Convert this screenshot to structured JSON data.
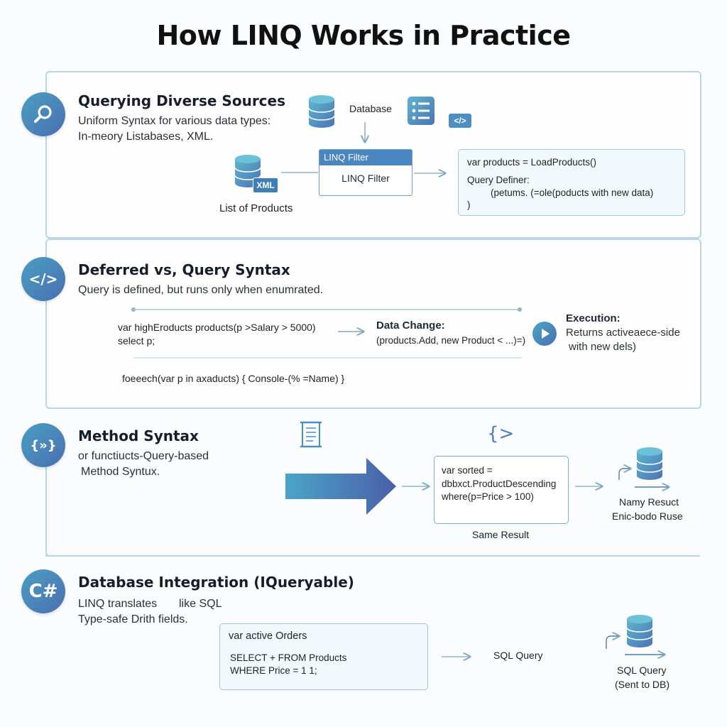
{
  "title": "How LINQ Works in Practice",
  "colors": {
    "accent": "#4a8fc0",
    "accent_dark": "#4a6fb0",
    "border": "#b9d6e3",
    "code_bg": "#f2f9fc"
  },
  "section1": {
    "icon": "magnifier-icon",
    "heading": "Querying Diverse Sources",
    "line1": "Uniform Syntax for various data types:",
    "line2": "In-meory Listabases, XML.",
    "database_label": "Database",
    "code_tag": "</>",
    "xml_badge": "XML",
    "products_label": "List of Products",
    "filter_header": "LINQ Filter",
    "filter_label": "LINQ Filter",
    "code_line1": "var products = LoadProducts()",
    "code_line2": "Query Definer:",
    "code_line3": "(petums. (=ole(poducts with new data)",
    "code_line4": ")"
  },
  "section2": {
    "icon_text": "</>",
    "heading": "Deferred vs, Query Syntax",
    "line1": "Query is defined, but runs only when enumrated.",
    "code_line1": "var highEroducts products(p >Salary > 5000)",
    "code_line2": "select p;",
    "change_title": "Data Change:",
    "change_code": "(products.Add, new Product < ...)=)",
    "exec_title": "Execution:",
    "exec_line1": "Returns activeaece-side",
    "exec_line2": "with new dels)",
    "foreach": "foeeech(var p in axaducts) { Console-(% =Name) }"
  },
  "section3": {
    "icon_text": "{»}",
    "heading": "Method Syntax",
    "line1": "or functiucts-Query-based",
    "line2": "Method Syntux.",
    "brace_tag": "{>",
    "code_line1": "var sorted =",
    "code_line2": "dbbxct.ProductDescending",
    "code_line3": "where(p=Price > 100)",
    "same_result": "Same Result",
    "right_line1": "Namy Resuct",
    "right_line2": "Enic-bodo Ruse"
  },
  "section4": {
    "icon_text": "C#",
    "heading": "Database Integration (IQueryable)",
    "line1": "LINQ translates",
    "line1b": "like SQL",
    "line2": "Type-safe Drith fields.",
    "code_line1": "var active Orders",
    "code_line2": "SELECT + FROM Products",
    "code_line3": "WHERE Price = 1 1;",
    "sql_label": "SQL Query",
    "right_line1": "SQL Query",
    "right_line2": "(Sent to DB)"
  }
}
